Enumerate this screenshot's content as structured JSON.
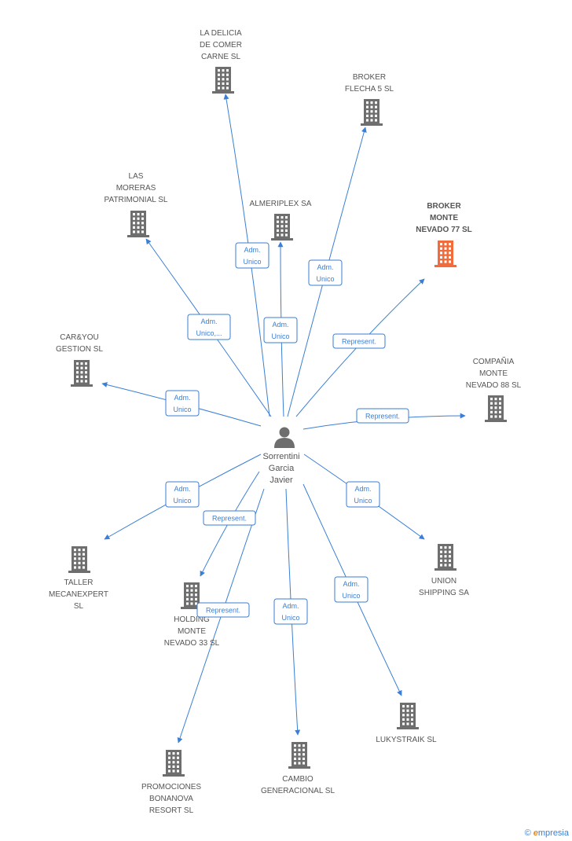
{
  "person": {
    "name_lines": [
      "Sorrentini",
      "Garcia",
      "Javier"
    ],
    "icon": "person-icon"
  },
  "colors": {
    "edge": "#3a7fd5",
    "building": "#6e6e6e",
    "highlight": "#f26b3a"
  },
  "companies": [
    {
      "id": "la-delicia",
      "lines": [
        "LA DELICIA",
        "DE COMER",
        "CARNE SL"
      ],
      "highlight": false
    },
    {
      "id": "broker-flecha",
      "lines": [
        "BROKER",
        "FLECHA 5 SL"
      ],
      "highlight": false
    },
    {
      "id": "almeriplex",
      "lines": [
        "ALMERIPLEX SA"
      ],
      "highlight": false
    },
    {
      "id": "las-moreras",
      "lines": [
        "LAS",
        "MORERAS",
        "PATRIMONIAL SL"
      ],
      "highlight": false
    },
    {
      "id": "broker-monte",
      "lines": [
        "BROKER",
        "MONTE",
        "NEVADO 77 SL"
      ],
      "highlight": true
    },
    {
      "id": "car-you",
      "lines": [
        "CAR&YOU",
        "GESTION SL"
      ],
      "highlight": false
    },
    {
      "id": "compania-monte",
      "lines": [
        "COMPAÑIA",
        "MONTE",
        "NEVADO 88 SL"
      ],
      "highlight": false
    },
    {
      "id": "taller",
      "lines": [
        "TALLER",
        "MECANEXPERT",
        "SL"
      ],
      "highlight": false
    },
    {
      "id": "holding",
      "lines": [
        "HOLDING",
        "MONTE",
        "NEVADO 33 SL"
      ],
      "highlight": false
    },
    {
      "id": "union",
      "lines": [
        "UNION",
        "SHIPPING SA"
      ],
      "highlight": false
    },
    {
      "id": "lukystraik",
      "lines": [
        "LUKYSTRAIK SL"
      ],
      "highlight": false
    },
    {
      "id": "cambio",
      "lines": [
        "CAMBIO",
        "GENERACIONAL SL"
      ],
      "highlight": false
    },
    {
      "id": "promociones",
      "lines": [
        "PROMOCIONES",
        "BONANOVA",
        "RESORT SL"
      ],
      "highlight": false
    }
  ],
  "relations": [
    {
      "to": "la-delicia",
      "label_lines": [
        "Adm.",
        "Unico"
      ]
    },
    {
      "to": "broker-flecha",
      "label_lines": [
        "Adm.",
        "Unico"
      ]
    },
    {
      "to": "almeriplex",
      "label_lines": [
        "Adm.",
        "Unico"
      ]
    },
    {
      "to": "las-moreras",
      "label_lines": [
        "Adm.",
        "Unico,..."
      ]
    },
    {
      "to": "broker-monte",
      "label_lines": [
        "Represent."
      ]
    },
    {
      "to": "car-you",
      "label_lines": [
        "Adm.",
        "Unico"
      ]
    },
    {
      "to": "compania-monte",
      "label_lines": [
        "Represent."
      ]
    },
    {
      "to": "taller",
      "label_lines": [
        "Adm.",
        "Unico"
      ]
    },
    {
      "to": "holding",
      "label_lines": [
        "Represent."
      ]
    },
    {
      "to": "union",
      "label_lines": [
        "Adm.",
        "Unico"
      ]
    },
    {
      "to": "lukystraik",
      "label_lines": [
        "Adm.",
        "Unico"
      ]
    },
    {
      "to": "cambio",
      "label_lines": [
        "Adm.",
        "Unico"
      ]
    },
    {
      "to": "promociones",
      "label_lines": [
        "Represent."
      ]
    }
  ],
  "brand": {
    "copyright": "©",
    "initial": "e",
    "rest": "mpresia"
  }
}
